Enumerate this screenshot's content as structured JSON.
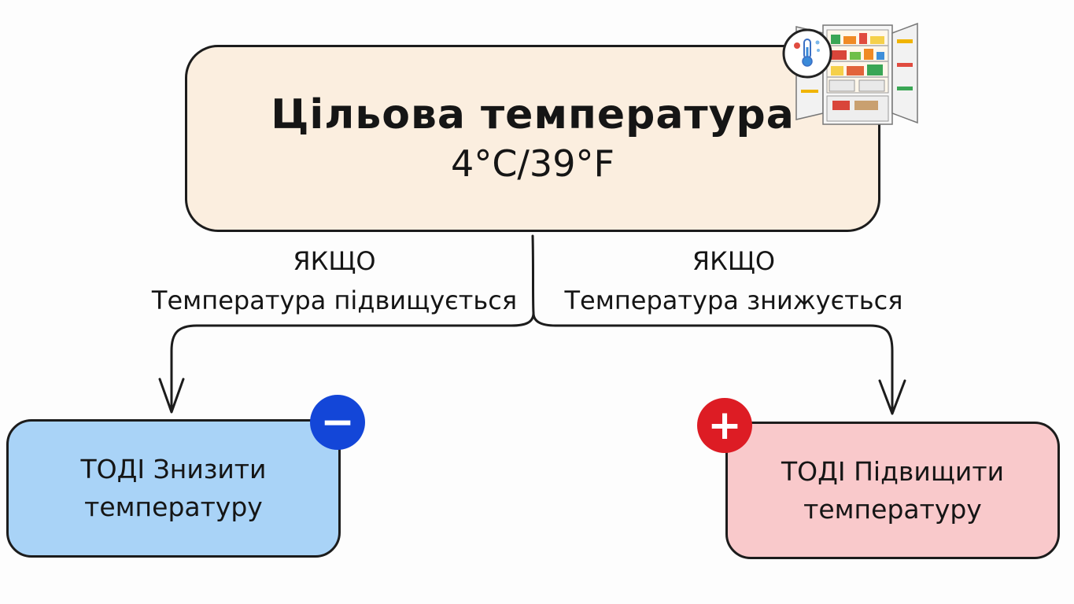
{
  "target": {
    "title": "Цільова температура",
    "value": "4°C/39°F"
  },
  "conditions": {
    "left": {
      "if_label": "ЯКЩО",
      "text": "Температура підвищується"
    },
    "right": {
      "if_label": "ЯКЩО",
      "text": "Температура знижується"
    }
  },
  "results": {
    "left": {
      "line1": "ТОДІ Знизити",
      "line2": "температуру",
      "badge": "−"
    },
    "right": {
      "line1": "ТОДІ Підвищити",
      "line2": "температуру",
      "badge": "+"
    }
  },
  "colors": {
    "target_fill": "#fbeedf",
    "left_fill": "#a9d3f7",
    "right_fill": "#f9c9cb",
    "minus_badge": "#1346d8",
    "plus_badge": "#dd1c24"
  },
  "icons": [
    "open-fridge-icon",
    "thermometer-icon",
    "minus-icon",
    "plus-icon",
    "arrow-down-icon"
  ]
}
